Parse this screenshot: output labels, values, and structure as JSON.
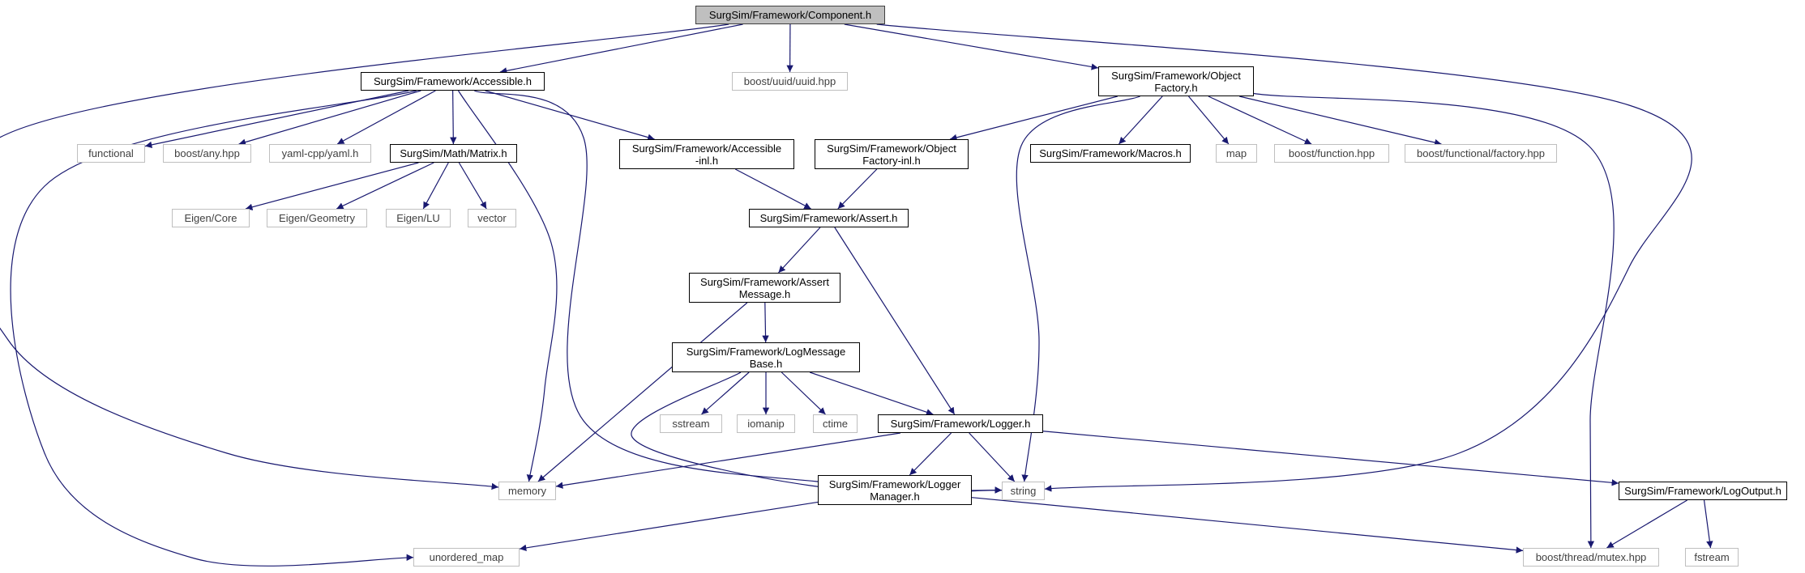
{
  "nodes": [
    {
      "id": "component",
      "label": "SurgSim/Framework/Component.h",
      "kind": "root"
    },
    {
      "id": "accessible",
      "label": "SurgSim/Framework/Accessible.h",
      "kind": "internal"
    },
    {
      "id": "uuid",
      "label": "boost/uuid/uuid.hpp",
      "kind": "external"
    },
    {
      "id": "objfactory",
      "label": "SurgSim/Framework/Object\nFactory.h",
      "kind": "internal"
    },
    {
      "id": "functional",
      "label": "functional",
      "kind": "external"
    },
    {
      "id": "boostany",
      "label": "boost/any.hpp",
      "kind": "external"
    },
    {
      "id": "yaml",
      "label": "yaml-cpp/yaml.h",
      "kind": "external"
    },
    {
      "id": "matrix",
      "label": "SurgSim/Math/Matrix.h",
      "kind": "internal"
    },
    {
      "id": "accinl",
      "label": "SurgSim/Framework/Accessible\n-inl.h",
      "kind": "internal"
    },
    {
      "id": "objfactinl",
      "label": "SurgSim/Framework/Object\nFactory-inl.h",
      "kind": "internal"
    },
    {
      "id": "macros",
      "label": "SurgSim/Framework/Macros.h",
      "kind": "internal"
    },
    {
      "id": "map",
      "label": "map",
      "kind": "external"
    },
    {
      "id": "boostfunc",
      "label": "boost/function.hpp",
      "kind": "external"
    },
    {
      "id": "factory",
      "label": "boost/functional/factory.hpp",
      "kind": "external"
    },
    {
      "id": "eigencore",
      "label": "Eigen/Core",
      "kind": "external"
    },
    {
      "id": "eigengeo",
      "label": "Eigen/Geometry",
      "kind": "external"
    },
    {
      "id": "eigenlu",
      "label": "Eigen/LU",
      "kind": "external"
    },
    {
      "id": "vector",
      "label": "vector",
      "kind": "external"
    },
    {
      "id": "assert",
      "label": "SurgSim/Framework/Assert.h",
      "kind": "internal"
    },
    {
      "id": "assertmsg",
      "label": "SurgSim/Framework/Assert\nMessage.h",
      "kind": "internal"
    },
    {
      "id": "logmsgbase",
      "label": "SurgSim/Framework/LogMessage\nBase.h",
      "kind": "internal"
    },
    {
      "id": "sstream",
      "label": "sstream",
      "kind": "external"
    },
    {
      "id": "iomanip",
      "label": "iomanip",
      "kind": "external"
    },
    {
      "id": "ctime",
      "label": "ctime",
      "kind": "external"
    },
    {
      "id": "logger",
      "label": "SurgSim/Framework/Logger.h",
      "kind": "internal"
    },
    {
      "id": "memory",
      "label": "memory",
      "kind": "external"
    },
    {
      "id": "string",
      "label": "string",
      "kind": "external"
    },
    {
      "id": "loggermgr",
      "label": "SurgSim/Framework/Logger\nManager.h",
      "kind": "internal"
    },
    {
      "id": "logoutput",
      "label": "SurgSim/Framework/LogOutput.h",
      "kind": "internal"
    },
    {
      "id": "unordered",
      "label": "unordered_map",
      "kind": "external"
    },
    {
      "id": "mutex",
      "label": "boost/thread/mutex.hpp",
      "kind": "external"
    },
    {
      "id": "fstream",
      "label": "fstream",
      "kind": "external"
    }
  ],
  "edges": [
    {
      "from": "component",
      "to": "accessible"
    },
    {
      "from": "component",
      "to": "uuid"
    },
    {
      "from": "component",
      "to": "objfactory"
    },
    {
      "from": "component",
      "to": "memory"
    },
    {
      "from": "component",
      "to": "string"
    },
    {
      "from": "accessible",
      "to": "functional"
    },
    {
      "from": "accessible",
      "to": "boostany"
    },
    {
      "from": "accessible",
      "to": "yaml"
    },
    {
      "from": "accessible",
      "to": "matrix"
    },
    {
      "from": "accessible",
      "to": "accinl"
    },
    {
      "from": "accessible",
      "to": "memory"
    },
    {
      "from": "accessible",
      "to": "string"
    },
    {
      "from": "accessible",
      "to": "unordered"
    },
    {
      "from": "matrix",
      "to": "eigencore"
    },
    {
      "from": "matrix",
      "to": "eigengeo"
    },
    {
      "from": "matrix",
      "to": "eigenlu"
    },
    {
      "from": "matrix",
      "to": "vector"
    },
    {
      "from": "accinl",
      "to": "assert"
    },
    {
      "from": "objfactory",
      "to": "objfactinl"
    },
    {
      "from": "objfactory",
      "to": "macros"
    },
    {
      "from": "objfactory",
      "to": "map"
    },
    {
      "from": "objfactory",
      "to": "boostfunc"
    },
    {
      "from": "objfactory",
      "to": "factory"
    },
    {
      "from": "objfactory",
      "to": "string"
    },
    {
      "from": "objfactory",
      "to": "mutex"
    },
    {
      "from": "objfactinl",
      "to": "assert"
    },
    {
      "from": "assert",
      "to": "assertmsg"
    },
    {
      "from": "assert",
      "to": "logger"
    },
    {
      "from": "assertmsg",
      "to": "logmsgbase"
    },
    {
      "from": "assertmsg",
      "to": "memory"
    },
    {
      "from": "logmsgbase",
      "to": "sstream"
    },
    {
      "from": "logmsgbase",
      "to": "iomanip"
    },
    {
      "from": "logmsgbase",
      "to": "ctime"
    },
    {
      "from": "logmsgbase",
      "to": "logger"
    },
    {
      "from": "logmsgbase",
      "to": "string"
    },
    {
      "from": "logger",
      "to": "memory"
    },
    {
      "from": "logger",
      "to": "string"
    },
    {
      "from": "logger",
      "to": "loggermgr"
    },
    {
      "from": "logger",
      "to": "logoutput"
    },
    {
      "from": "loggermgr",
      "to": "unordered"
    },
    {
      "from": "loggermgr",
      "to": "mutex"
    },
    {
      "from": "logoutput",
      "to": "mutex"
    },
    {
      "from": "logoutput",
      "to": "fstream"
    }
  ],
  "colors": {
    "edge": "#191970",
    "internal_border": "#000000",
    "external_border": "#bfbfbf",
    "root_fill": "#bfbfbf"
  }
}
